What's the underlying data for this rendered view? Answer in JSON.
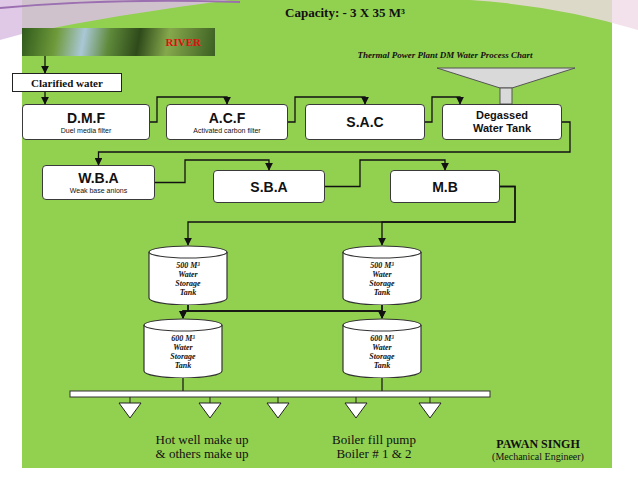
{
  "diagram": {
    "title": "Capacity: - 3 X 35 M³",
    "nodes": [
      {
        "text": [
          "RIVER"
        ]
      },
      {
        "text": [
          "Clarified water"
        ]
      },
      {
        "text": [
          "D.M.F",
          "Duel media filter"
        ]
      },
      {
        "text": [
          "A.C.F",
          "Activated carbon filter"
        ]
      },
      {
        "text": [
          "S.A.C"
        ]
      },
      {
        "text": [
          "Degassed Water Tank"
        ]
      },
      {
        "text": [
          "W.B.A",
          "Weak base anions"
        ]
      },
      {
        "text": [
          "S.B.A"
        ]
      },
      {
        "text": [
          "M.B"
        ]
      },
      {
        "text": [
          "500 M³ Water Storage Tank"
        ]
      },
      {
        "text": [
          "500 M³ Water Storage Tank"
        ]
      },
      {
        "text": [
          "600 M³ Water Storage Tank"
        ]
      },
      {
        "text": [
          "600 M³ Water Storage Tank"
        ]
      }
    ],
    "edges": [
      {
        "from": 0,
        "to": 1,
        "arrow": "to"
      },
      {
        "from": 1,
        "to": 2,
        "arrow": "to"
      },
      {
        "from": 2,
        "to": 3,
        "arrow": "to"
      },
      {
        "from": 3,
        "to": 4,
        "arrow": "to"
      },
      {
        "from": 4,
        "to": 5,
        "arrow": "to"
      },
      {
        "from": 5,
        "to": 6,
        "arrow": "to"
      },
      {
        "from": 6,
        "to": 7,
        "arrow": "to"
      },
      {
        "from": 7,
        "to": 8,
        "arrow": "to"
      },
      {
        "from": 8,
        "to": 9,
        "arrow": "to"
      },
      {
        "from": 8,
        "to": 10,
        "arrow": "to"
      },
      {
        "from": 9,
        "to": 11,
        "arrow": "to"
      },
      {
        "from": 9,
        "to": 12,
        "arrow": "to"
      },
      {
        "from": 10,
        "to": 11,
        "arrow": "to"
      },
      {
        "from": 10,
        "to": 12,
        "arrow": "to"
      }
    ],
    "labels": [
      "Thermal Power Plant DM Water Process Chart",
      "Hot well make up & others make up",
      "Boiler fill pump Boiler # 1 & 2",
      "PAWAN SINGH",
      "(Mechanical Engineer)"
    ]
  }
}
